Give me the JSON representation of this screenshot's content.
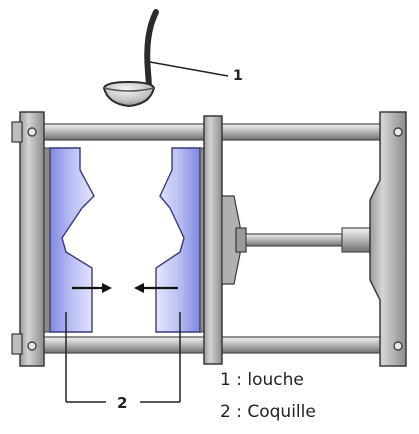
{
  "callouts": {
    "ladle_number": "1",
    "mold_number": "2"
  },
  "legend": {
    "item1": "1 : louche",
    "item2": "2 : Coquille"
  },
  "colors": {
    "frame": "#c9c9c9",
    "frame_dark": "#7d7d7d",
    "outline": "#2b2b2b",
    "mold_light": "#dfe3ff",
    "mold_dark": "#7f86e0",
    "ladle": "#c4c4c4"
  }
}
